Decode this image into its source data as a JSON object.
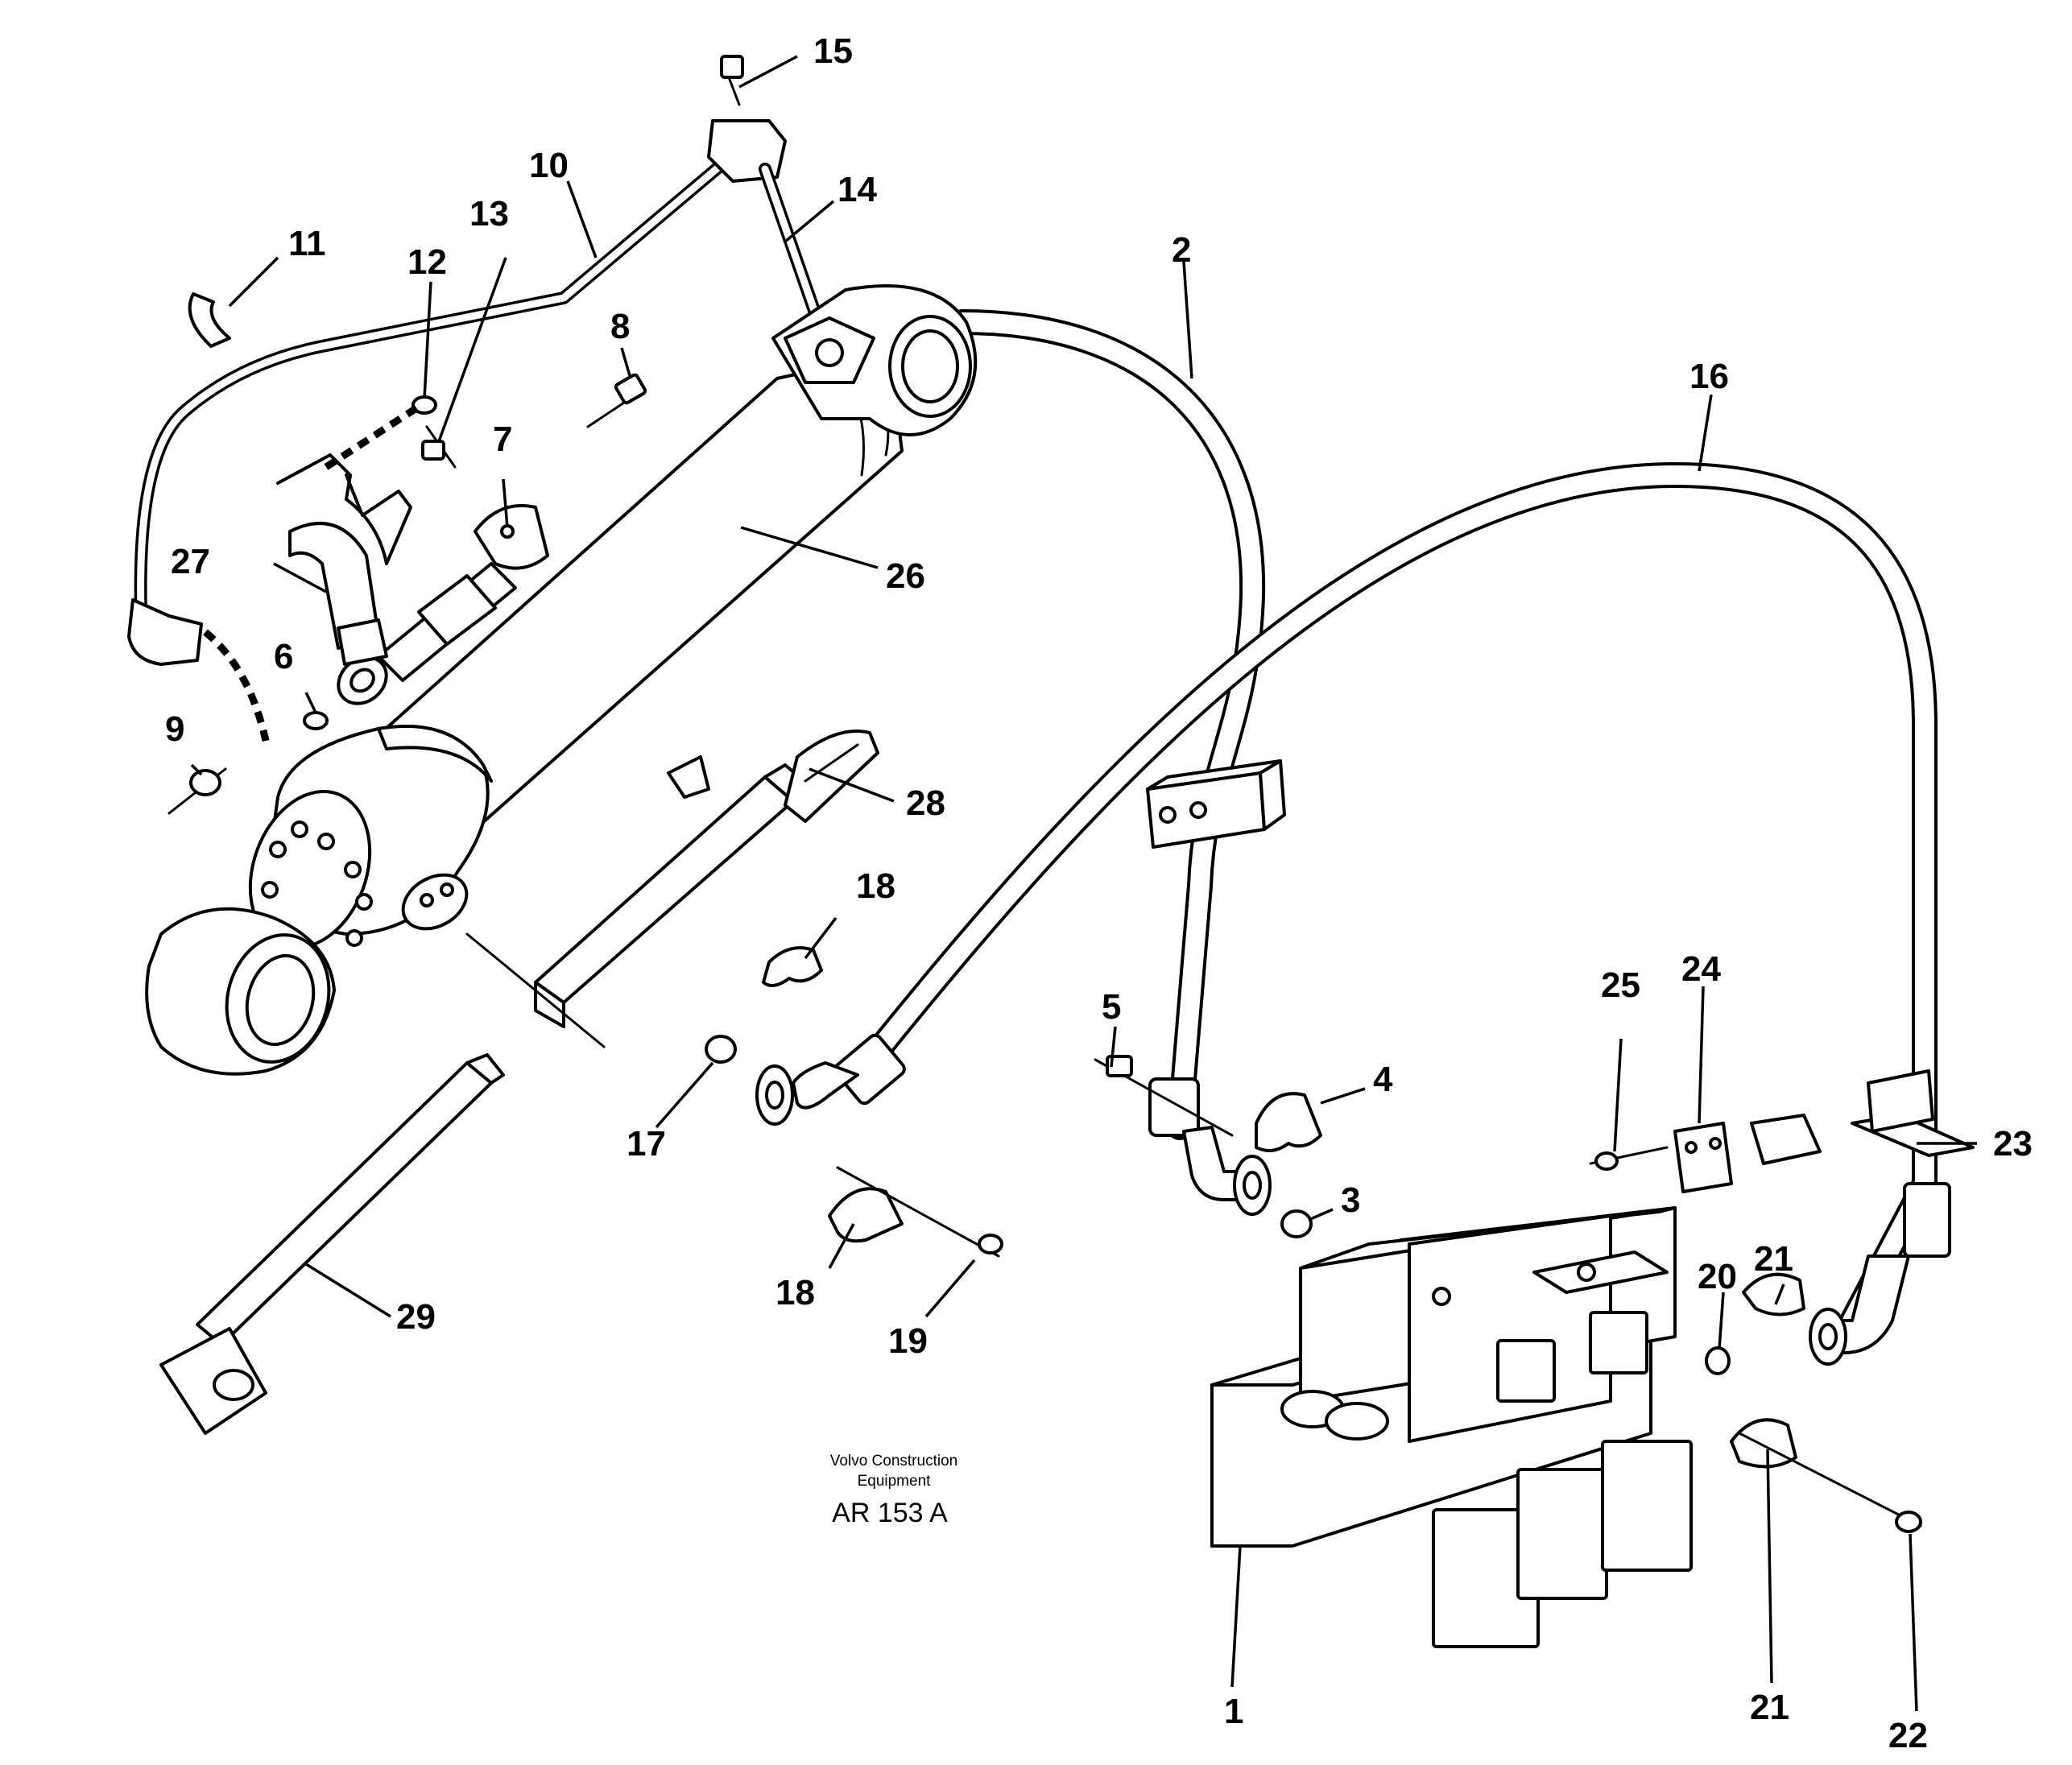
{
  "callouts": [
    "1",
    "2",
    "3",
    "4",
    "5",
    "6",
    "7",
    "8",
    "9",
    "10",
    "11",
    "12",
    "13",
    "14",
    "15",
    "16",
    "17",
    "18",
    "18",
    "19",
    "20",
    "21",
    "21",
    "22",
    "23",
    "24",
    "25",
    "26",
    "27",
    "28",
    "29"
  ],
  "caption": {
    "line1": "Volvo Construction",
    "line2": "Equipment",
    "code": "AR 153 A"
  }
}
